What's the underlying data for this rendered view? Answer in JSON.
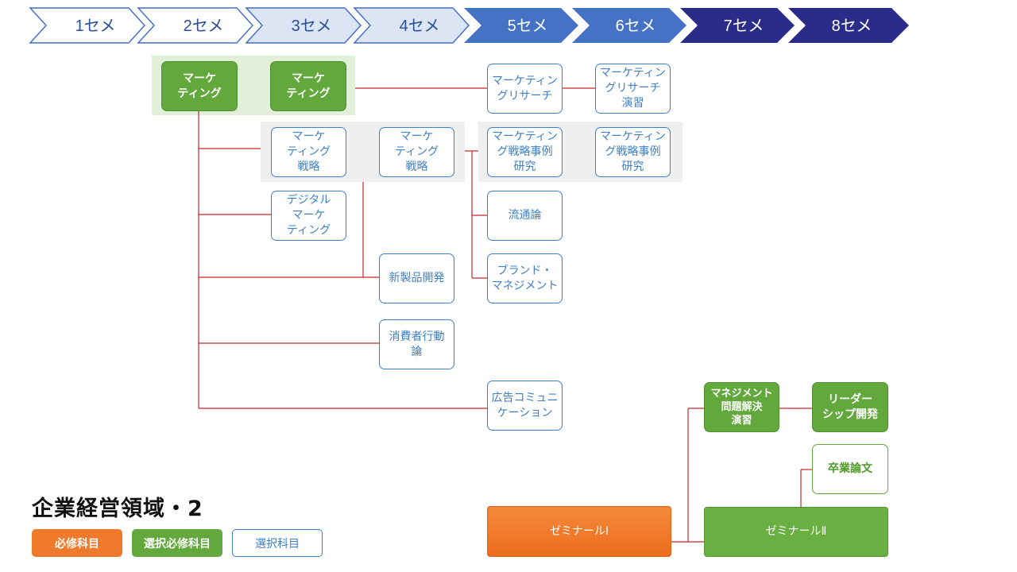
{
  "semesters": [
    "1セメ",
    "2セメ",
    "3セメ",
    "4セメ",
    "5セメ",
    "6セメ",
    "7セメ",
    "8セメ"
  ],
  "colors": {
    "connector_line": "#c3272f",
    "sem_light": "#dbe5f4",
    "sem_mid": "#4472c4",
    "sem_dark": "#2a2c8a",
    "required": "#ef7a2c",
    "required_elective": "#62a83c",
    "elective_border": "#3f7fc4"
  },
  "courses": {
    "marketing_1": "マーケ\nティング",
    "marketing_2": "マーケ\nティング",
    "marketing_research": "マーケティン\nグリサーチ",
    "marketing_research_practice": "マーケティン\nグリサーチ\n演習",
    "marketing_strategy_1": "マーケ\nティング\n戦略",
    "marketing_strategy_2": "マーケ\nティング\n戦略",
    "strategy_case_study_1": "マーケティン\nグ戦略事例\n研究",
    "strategy_case_study_2": "マーケティン\nグ戦略事例\n研究",
    "digital_marketing": "デジタル\nマーケ\nティング",
    "distribution": "流通論",
    "brand_management": "ブランド・\nマネジメント",
    "new_product_development": "新製品開発",
    "consumer_behavior": "消費者行動\n論",
    "advertising_communication": "広告コミュニ\nケーション",
    "management_problem_solving": "マネジメント\n問題解決\n演習",
    "leadership_development": "リーダー\nシップ開発",
    "graduation_thesis": "卒業論文",
    "seminar_1": "ゼミナールⅠ",
    "seminar_2": "ゼミナールⅡ"
  },
  "title": "企業経営領域・2",
  "legend": {
    "required": "必修科目",
    "required_elective": "選択必修科目",
    "elective": "選択科目"
  }
}
